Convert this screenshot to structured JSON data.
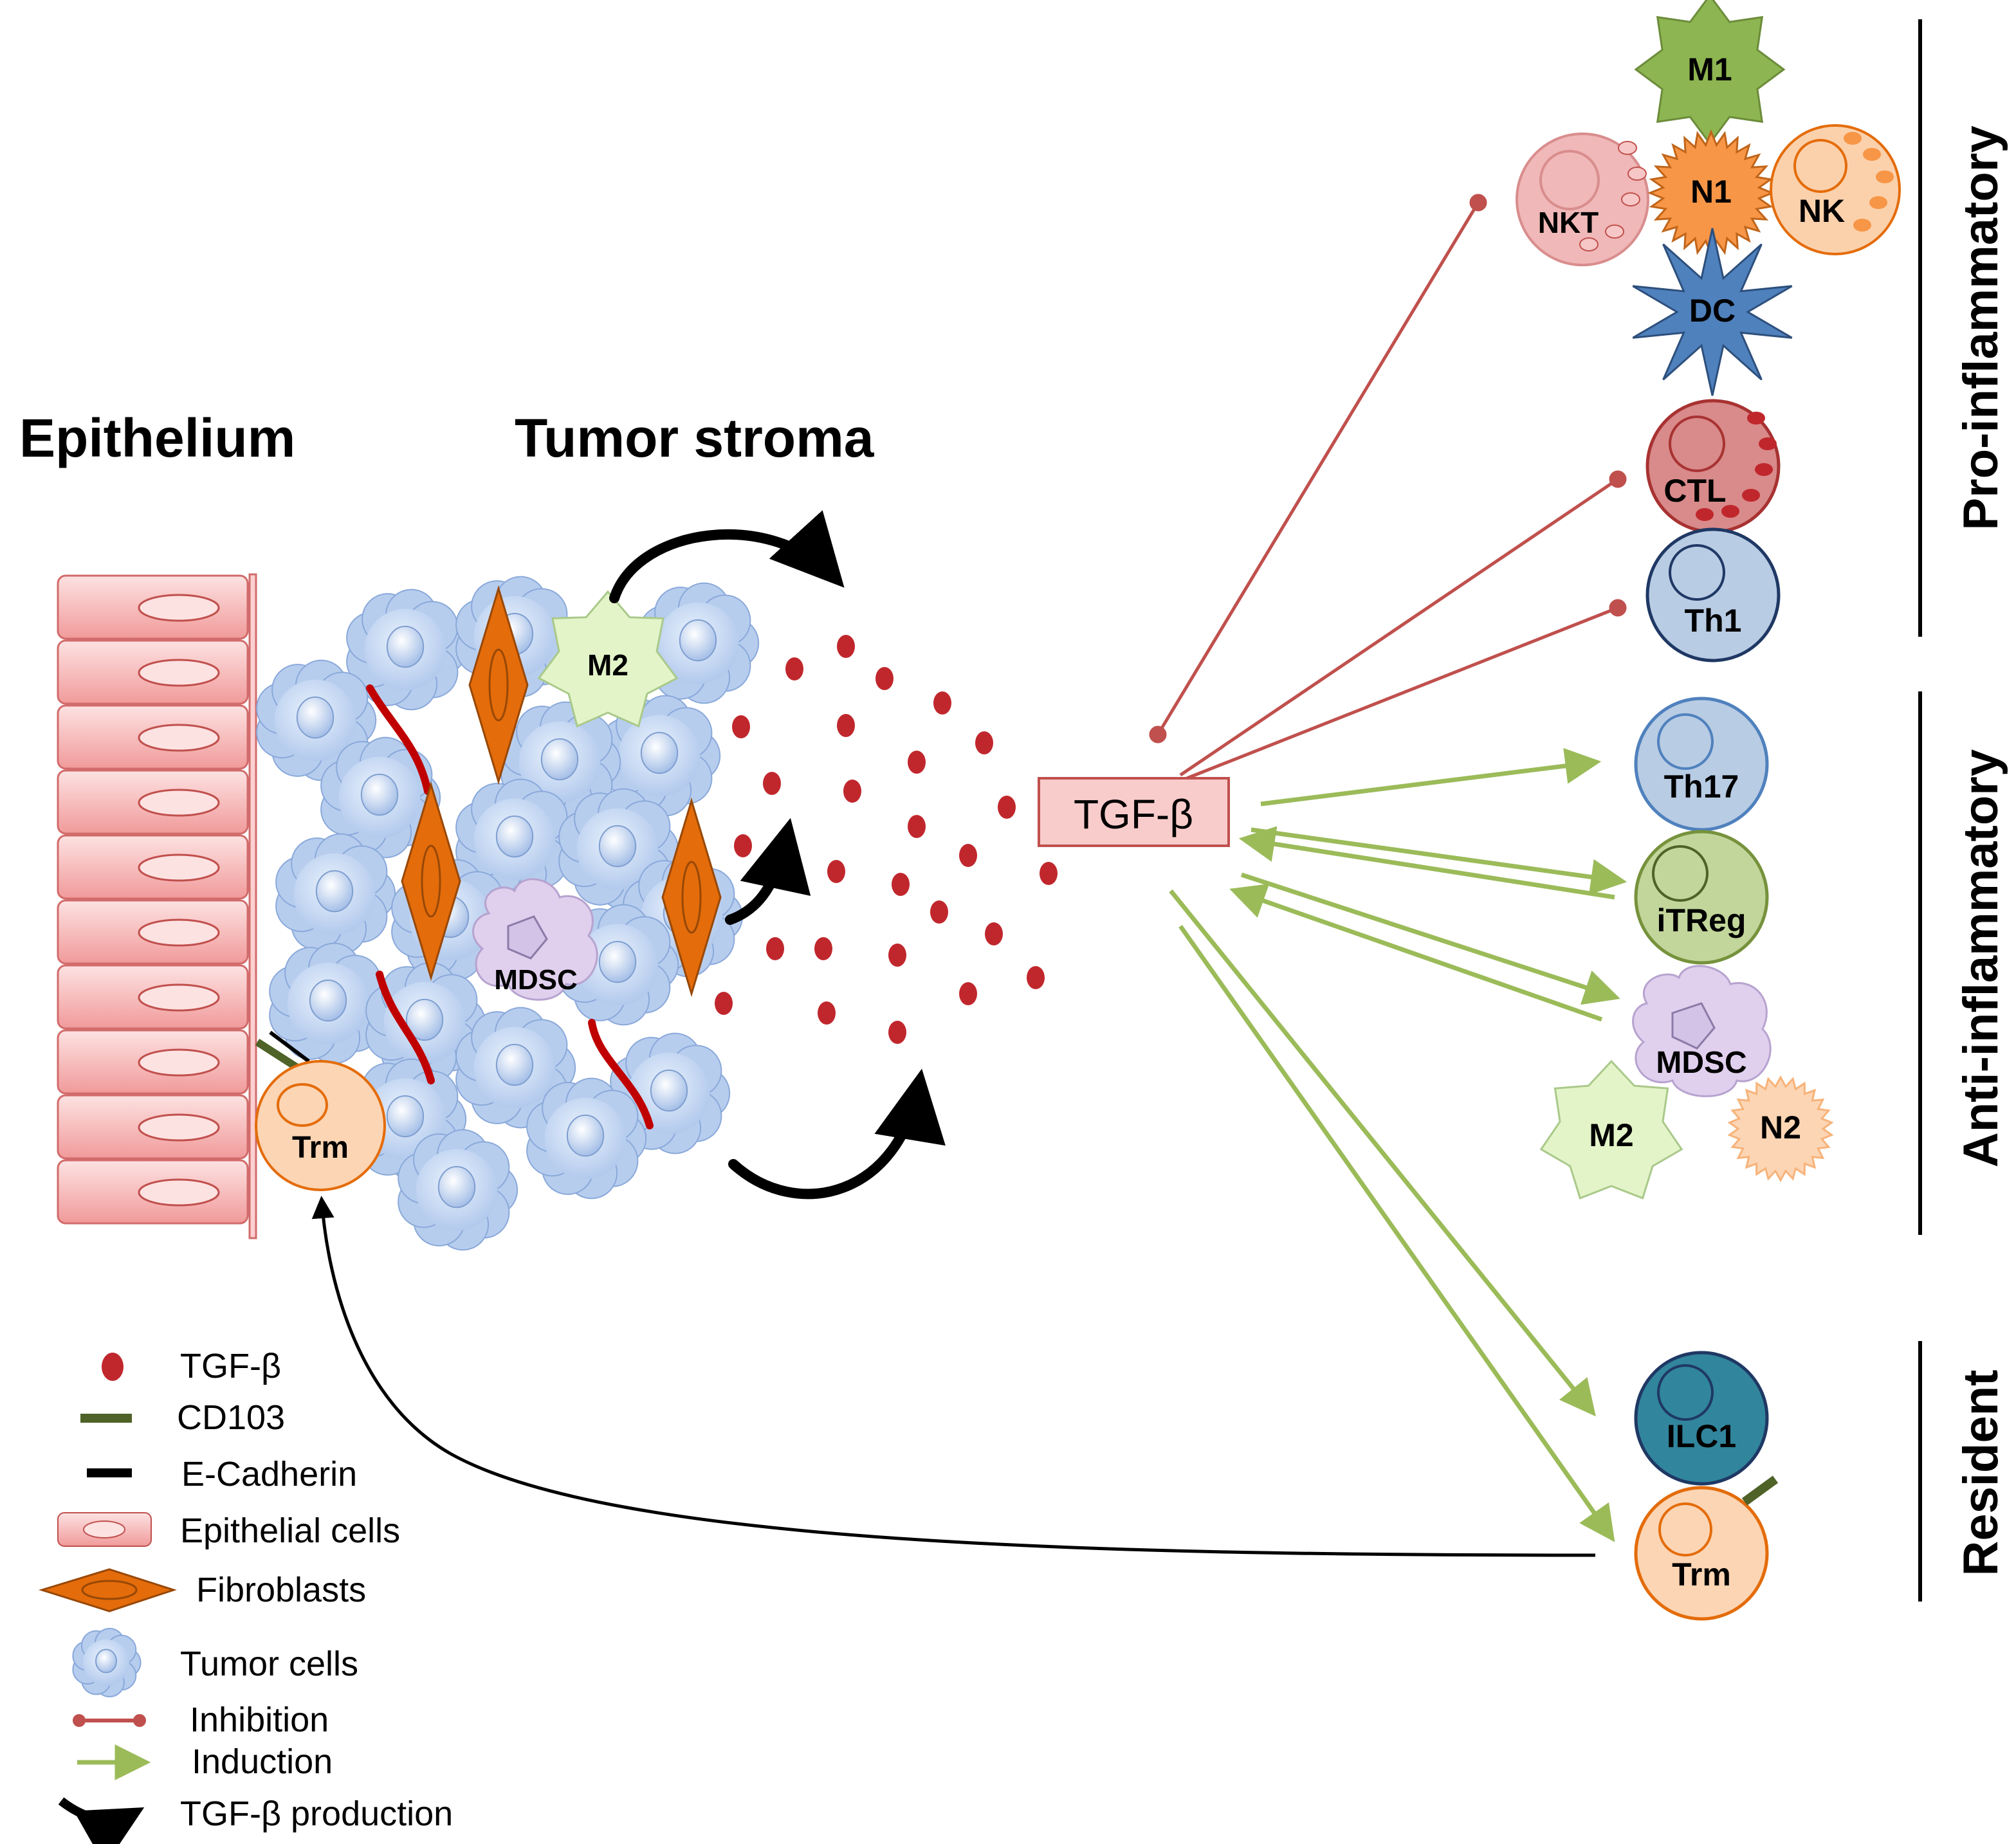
{
  "headings": {
    "epithelium": "Epithelium",
    "tumor_stroma": "Tumor stroma"
  },
  "center": {
    "tgf_label": "TGF-β"
  },
  "stroma_cells": {
    "m2": "M2",
    "mdsc": "MDSC",
    "trm": "Trm"
  },
  "cells": {
    "m1": "M1",
    "nkt": "NKT",
    "n1": "N1",
    "nk": "NK",
    "dc": "DC",
    "ctl": "CTL",
    "th1": "Th1",
    "th17": "Th17",
    "itreg": "iTReg",
    "mdsc": "MDSC",
    "m2": "M2",
    "n2": "N2",
    "ilc1": "ILC1",
    "trm": "Trm"
  },
  "groups": {
    "pro": "Pro-inflammatory",
    "anti": "Anti-inflammatory",
    "resident": "Resident"
  },
  "legend": {
    "tgf": "TGF-β",
    "cd103": "CD103",
    "ecadherin": "E-Cadherin",
    "epithelial": "Epithelial cells",
    "fibroblasts": "Fibroblasts",
    "tumor": "Tumor cells",
    "inhibition": "Inhibition",
    "induction": "Induction",
    "production": "TGF-β production"
  },
  "colors": {
    "inhibition": "#c0504d",
    "induction": "#9bbb59",
    "tgf_dot": "#c0272d",
    "fibroblast": "#e46c0a",
    "epithelial": "#f4a7a7",
    "tumor": "#b7cdee"
  }
}
